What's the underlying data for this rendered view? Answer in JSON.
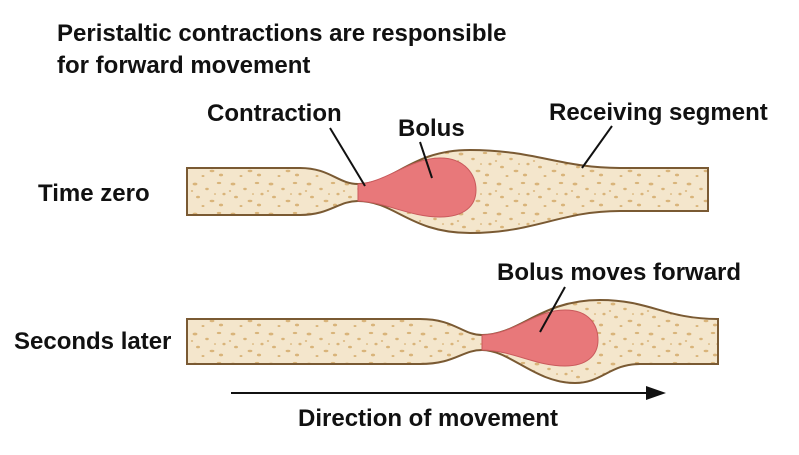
{
  "title": {
    "line1": "Peristaltic contractions are responsible",
    "line2": "for forward movement"
  },
  "labels": {
    "contraction": "Contraction",
    "bolus": "Bolus",
    "receiving_segment": "Receiving segment",
    "time_zero": "Time zero",
    "bolus_moves_forward": "Bolus moves forward",
    "seconds_later": "Seconds later",
    "direction": "Direction of movement"
  },
  "colors": {
    "tube_fill": "#f4e6cc",
    "tube_speckle": "#d9b47a",
    "tube_outline": "#7a5a33",
    "bolus": "#e8787a",
    "bolus_edge": "#c95a5c",
    "text": "#111111",
    "arrow": "#111111"
  }
}
